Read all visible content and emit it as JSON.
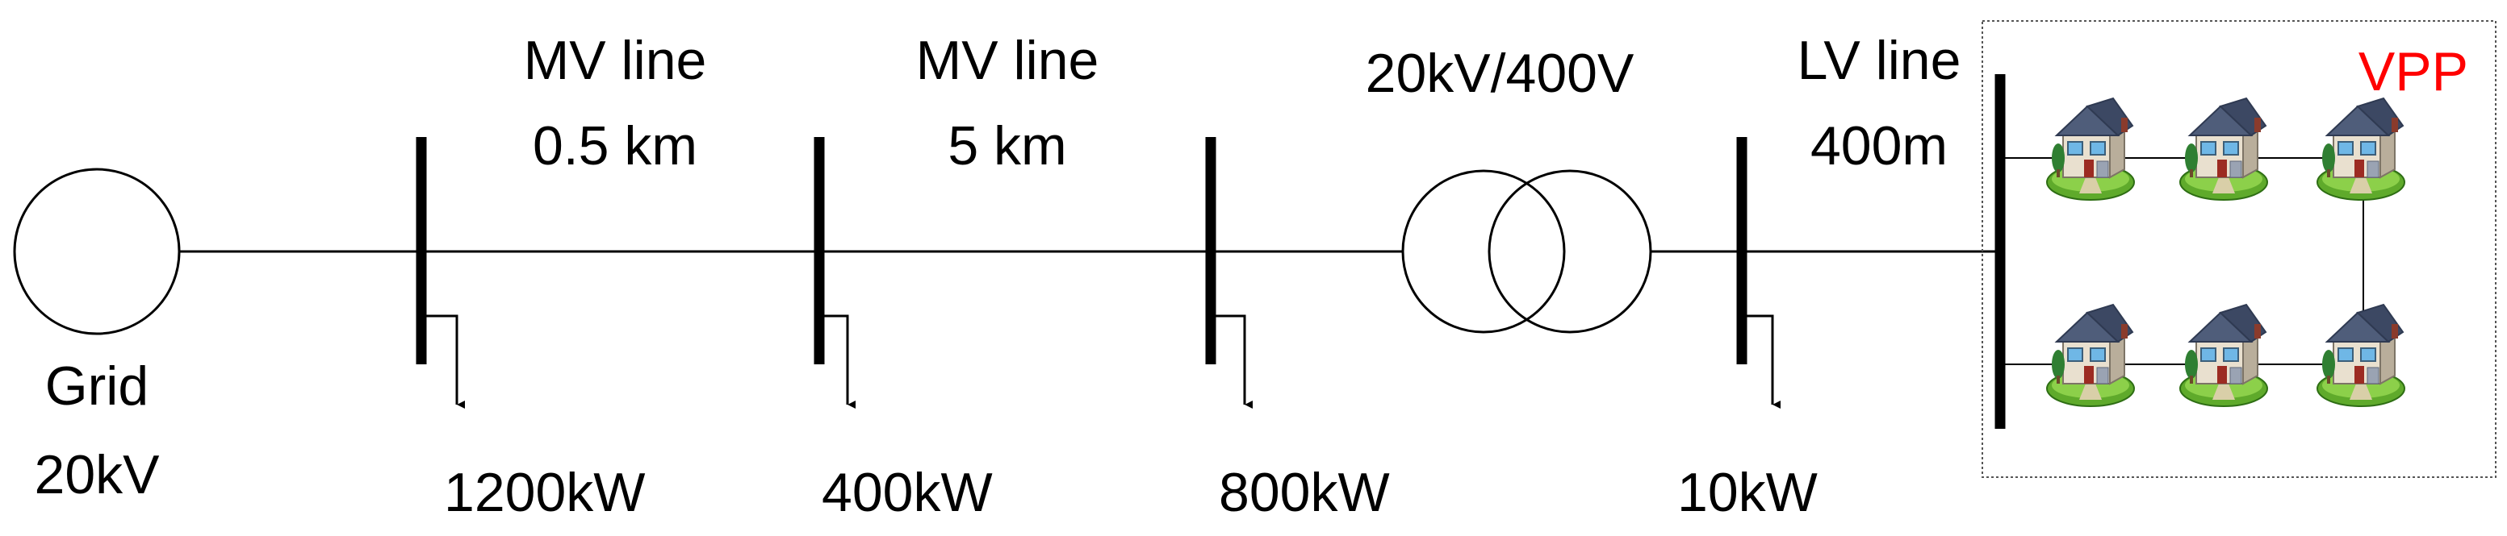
{
  "grid": {
    "name": "Grid",
    "voltage": "20kV"
  },
  "lines": [
    {
      "name": "MV line",
      "length": "0.5 km"
    },
    {
      "name": "MV line",
      "length": "5 km"
    },
    {
      "name": "LV line",
      "length": "400m"
    }
  ],
  "transformer": {
    "rating": "20kV/400V"
  },
  "loads": [
    "1200kW",
    "400kW",
    "800kW",
    "10kW"
  ],
  "vpp": {
    "label": "VPP",
    "label_color": "#ff0000",
    "house_count": 6
  },
  "colors": {
    "line": "#000000",
    "background": "#ffffff",
    "vpp_border": "#555555"
  }
}
